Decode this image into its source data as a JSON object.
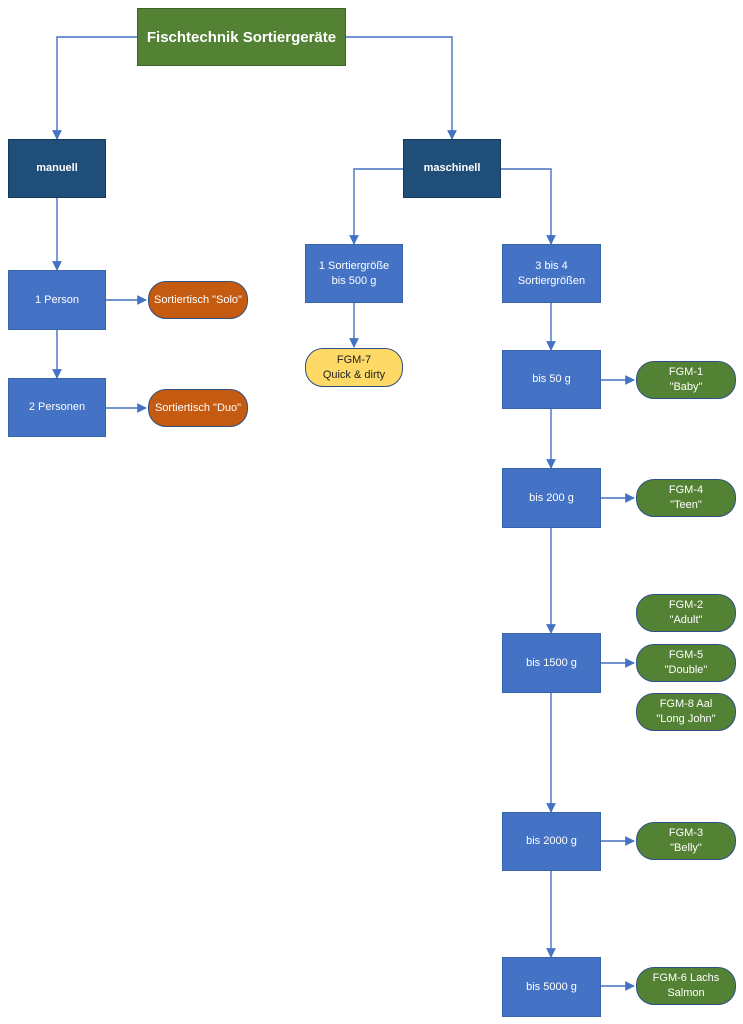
{
  "colors": {
    "title": "#548235",
    "category": "#1f4e79",
    "process": "#4472c4",
    "manual_device": "#c55a11",
    "single_device": "#ffd966",
    "machine_device": "#548235",
    "connector": "#4472c4"
  },
  "title": "Fischtechnik Sortiergeräte",
  "categories": {
    "manual": "manuell",
    "machine": "maschinell"
  },
  "manual": {
    "steps": [
      "1 Person",
      "2 Personen"
    ],
    "devices": [
      "Sortiertisch \"Solo\"",
      "Sortiertisch \"Duo\""
    ]
  },
  "machine_single": {
    "step": "1 Sortiergröße\nbis 500 g",
    "device": "FGM-7\nQuick & dirty"
  },
  "machine_multi": {
    "step": "3 bis 4\nSortiergrößen",
    "weights": [
      "bis 50 g",
      "bis 200 g",
      "bis 1500 g",
      "bis 2000 g",
      "bis 5000 g"
    ],
    "devices": [
      "FGM-1\n\"Baby\"",
      "FGM-4\n\"Teen\"",
      "FGM-2\n\"Adult\"",
      "FGM-5\n\"Double\"",
      "FGM-8 Aal\n\"Long John\"",
      "FGM-3\n\"Belly\"",
      "FGM-6 Lachs\nSalmon"
    ]
  }
}
